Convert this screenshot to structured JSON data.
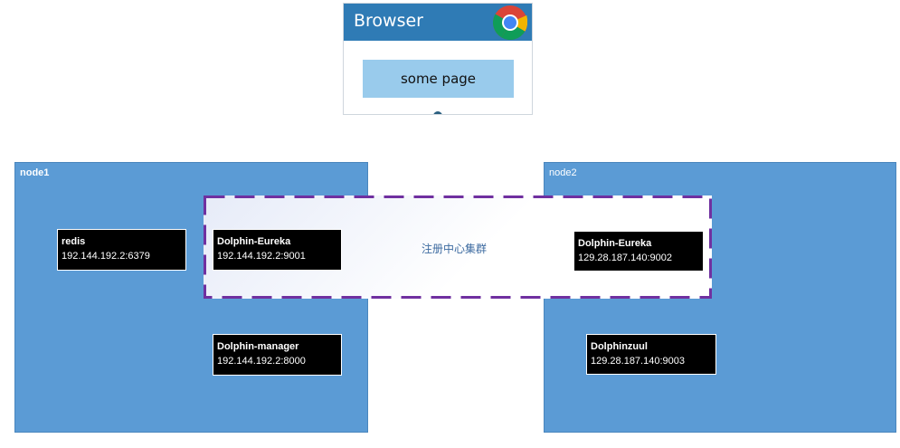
{
  "browser": {
    "title": "Browser",
    "page_label": "some page",
    "icon": "chrome-icon"
  },
  "nodes": [
    {
      "label": "node1"
    },
    {
      "label": "node2"
    }
  ],
  "cluster": {
    "label": "注册中心集群"
  },
  "services": {
    "redis": {
      "name": "redis",
      "address": "192.144.192.2:6379"
    },
    "eureka1": {
      "name": "Dolphin-Eureka",
      "address": "192.144.192.2:9001"
    },
    "manager": {
      "name": "Dolphin-manager",
      "address": "192.144.192.2:8000"
    },
    "eureka2": {
      "name": "Dolphin-Eureka",
      "address": "129.28.187.140:9002"
    },
    "zuul": {
      "name": "Dolphinzuul",
      "address": "129.28.187.140:9003"
    }
  },
  "colors": {
    "node_fill": "#5b9bd5",
    "browser_bar": "#2f7bb5",
    "page_box": "#99cbec",
    "cluster_border": "#7030a0",
    "service_box": "#000000"
  }
}
